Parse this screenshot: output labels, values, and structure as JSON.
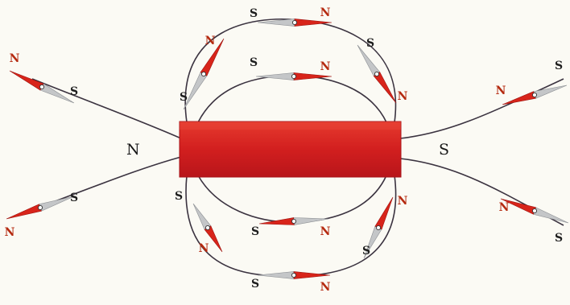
{
  "magnet": {
    "left_pole": "N",
    "right_pole": "S",
    "color": "#d21f1f"
  },
  "needle": {
    "north_letter": "N",
    "south_letter": "S",
    "north_color": "#d8241a",
    "south_color": "#c4c6c8",
    "north_letter_color": "#b52a10",
    "south_letter_color": "#1e1e1e"
  },
  "field_line_color": "#3b3340"
}
